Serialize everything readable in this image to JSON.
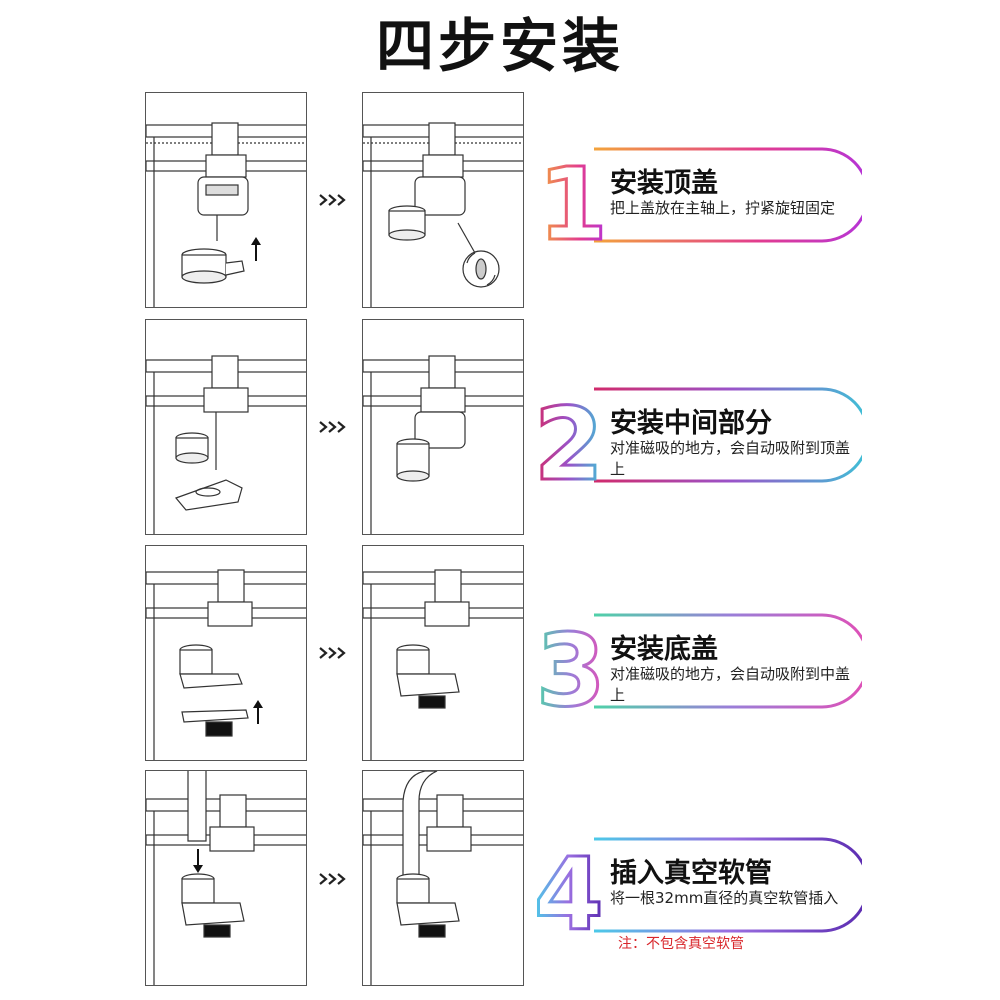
{
  "page": {
    "title": "四步安装"
  },
  "steps": [
    {
      "number": "1",
      "title": "安装顶盖",
      "desc": "把上盖放在主轴上，拧紧旋钮固定",
      "gradient": [
        "#f3a33b",
        "#e23c8f",
        "#b534d8"
      ]
    },
    {
      "number": "2",
      "title": "安装中间部分",
      "desc": "对准磁吸的地方，会自动吸附到顶盖上",
      "gradient": [
        "#d12a6b",
        "#9a53c9",
        "#3ec1d6"
      ]
    },
    {
      "number": "3",
      "title": "安装底盖",
      "desc": "对准磁吸的地方，会自动吸附到中盖上",
      "gradient": [
        "#4fd1a8",
        "#9a7ed8",
        "#e04fb6"
      ]
    },
    {
      "number": "4",
      "title": "插入真空软管",
      "desc": "将一根32mm直径的真空软管插入",
      "gradient": [
        "#4cc9e8",
        "#9a6ee0",
        "#5a2bb0"
      ]
    }
  ],
  "note": "注：不包含真空软管",
  "colors": {
    "note": "#d8262b",
    "line": "#333333"
  },
  "icons": {
    "arrow": "chevron-right-triple-icon",
    "rotate": "rotate-knob-icon",
    "up": "arrow-up-icon",
    "down": "arrow-down-icon"
  }
}
